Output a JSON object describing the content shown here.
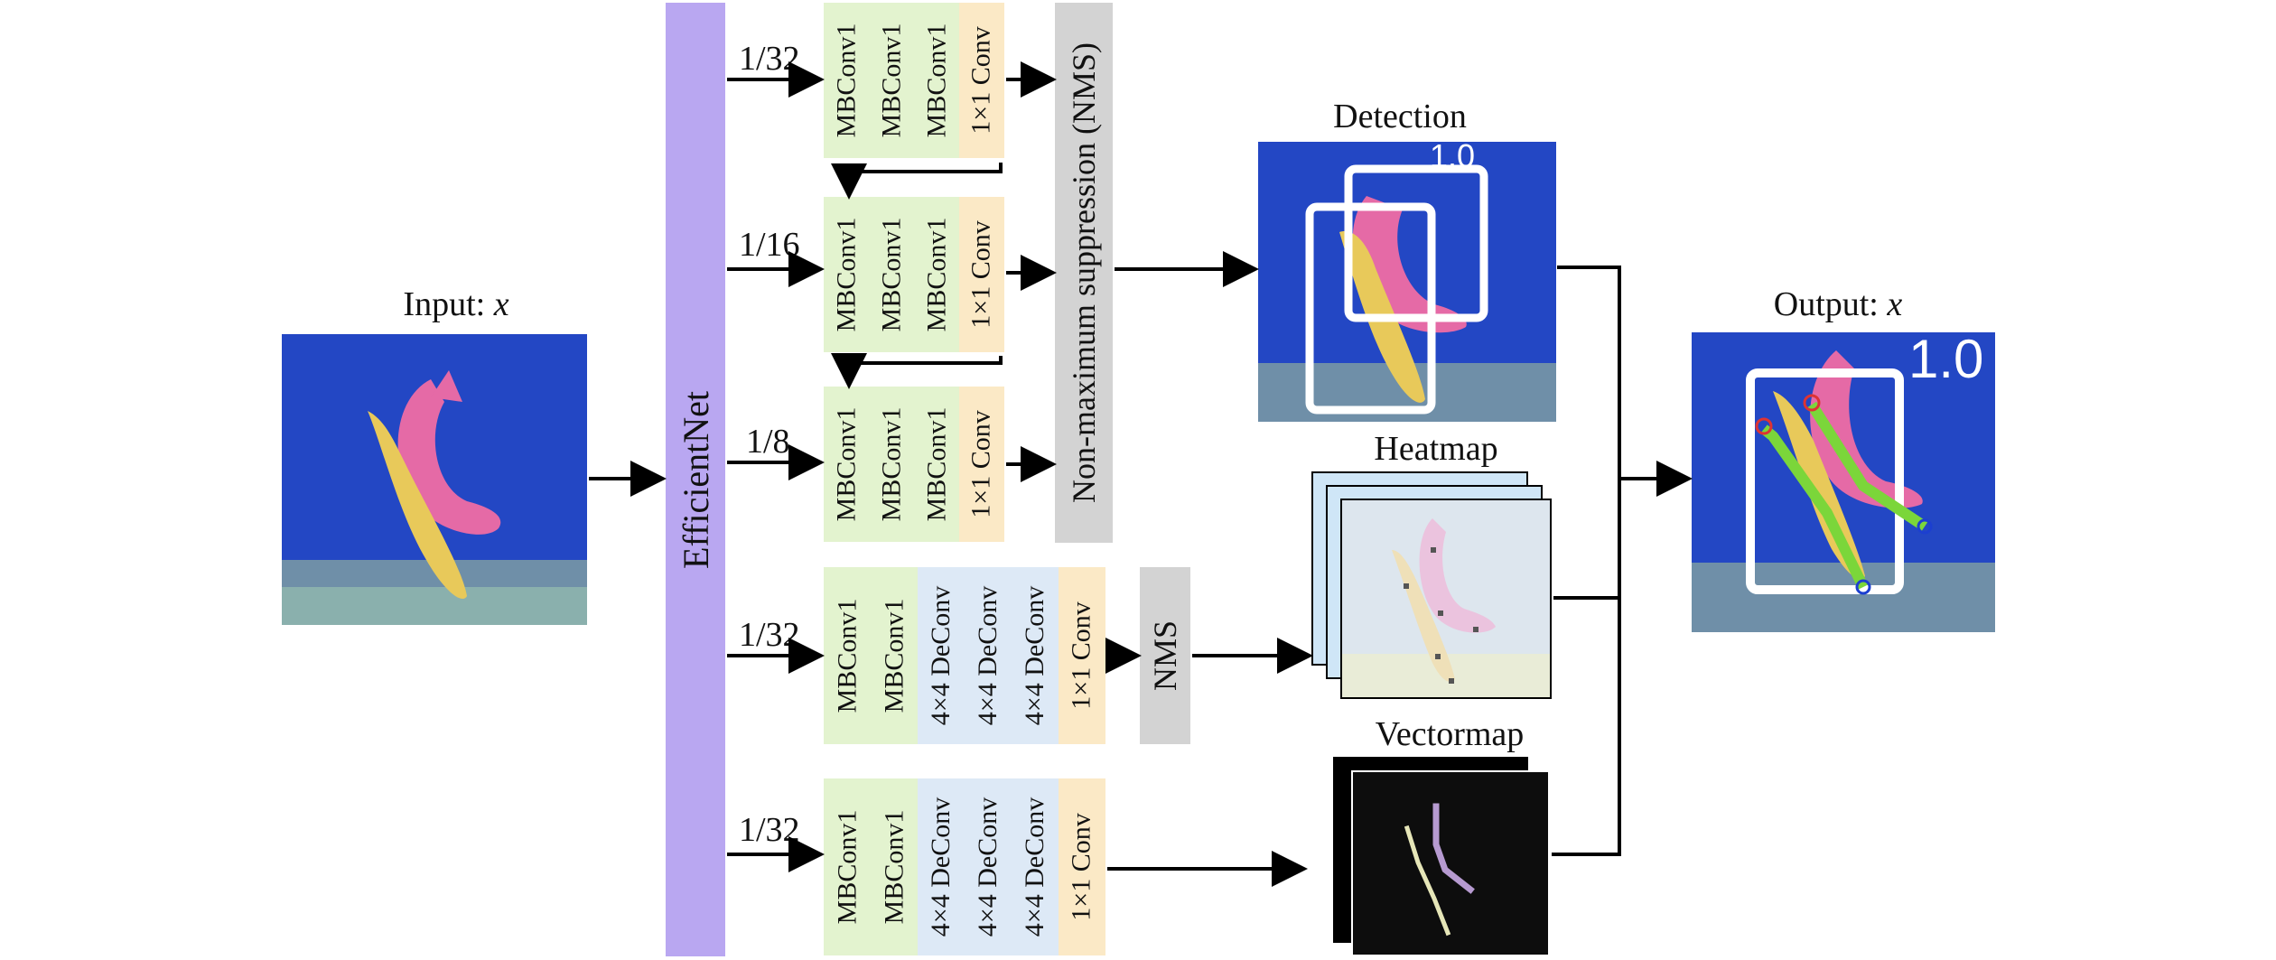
{
  "input": {
    "label": "Input: ",
    "var": "x"
  },
  "output": {
    "label": "Output: ",
    "var": "x"
  },
  "backbone": "EfficientNet",
  "nms_long": "Non-maximum suppression (NMS)",
  "nms_short": "NMS",
  "scales": {
    "s1": "1/32",
    "s2": "1/16",
    "s3": "1/8",
    "s4": "1/32",
    "s5": "1/32"
  },
  "blocks": {
    "mbconv": "MBConv1",
    "conv": "1×1 Conv",
    "deconv": "4×4 DeConv"
  },
  "outputs": {
    "detection": "Detection",
    "heatmap": "Heatmap",
    "vectormap": "Vectormap"
  },
  "overlays": {
    "det_score": "1.0",
    "out_score": "1.0"
  },
  "colors": {
    "backbone": "#b9a7f1",
    "mbconv": "#e3f3cf",
    "deconv": "#dde9f6",
    "conv": "#fbe9c6",
    "nms": "#d3d3d3",
    "water": "#1f3fbd",
    "fish_pink": "#e56aa6",
    "fish_yellow": "#e8c95a",
    "keypoint_line": "#7bd63a"
  }
}
